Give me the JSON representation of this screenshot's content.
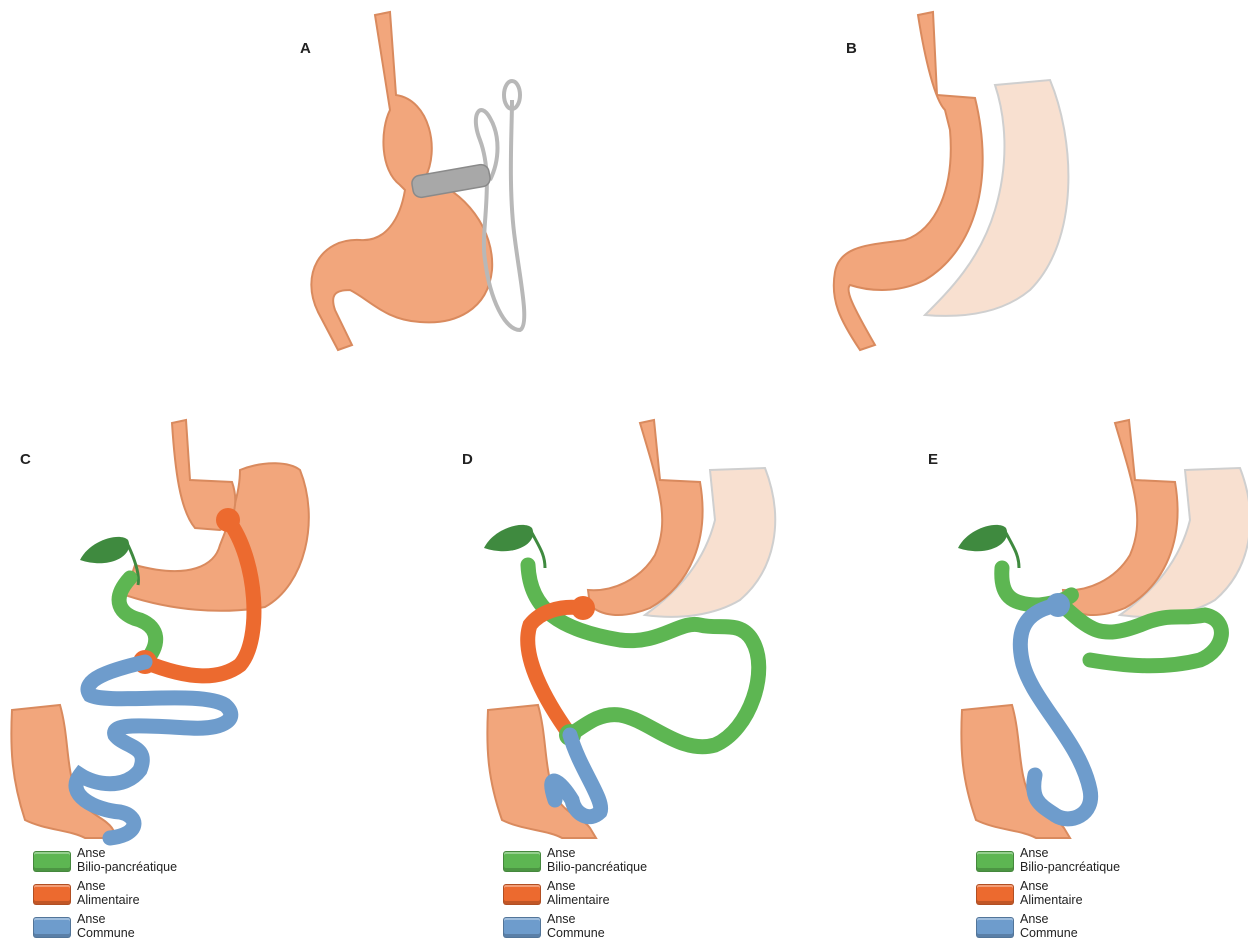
{
  "panels": [
    {
      "id": "A",
      "label": "A"
    },
    {
      "id": "B",
      "label": "B"
    },
    {
      "id": "C",
      "label": "C"
    },
    {
      "id": "D",
      "label": "D"
    },
    {
      "id": "E",
      "label": "E"
    }
  ],
  "legend": [
    {
      "line1": "Anse",
      "line2": "Bilio-pancréatique",
      "color": "#5db652"
    },
    {
      "line1": "Anse",
      "line2": "Alimentaire",
      "color": "#ec6a2f"
    },
    {
      "line1": "Anse",
      "line2": "Commune",
      "color": "#6e9ccc"
    }
  ],
  "colors": {
    "stomach": "#f2a67c",
    "stomach_edge": "#d98a5e",
    "resected": "#f8e0d0",
    "band": "#a8a8a8",
    "gallbladder": "#3f8a3f",
    "bilio_pancreatic": "#5db652",
    "alimentary": "#ec6a2f",
    "common": "#6e9ccc"
  }
}
